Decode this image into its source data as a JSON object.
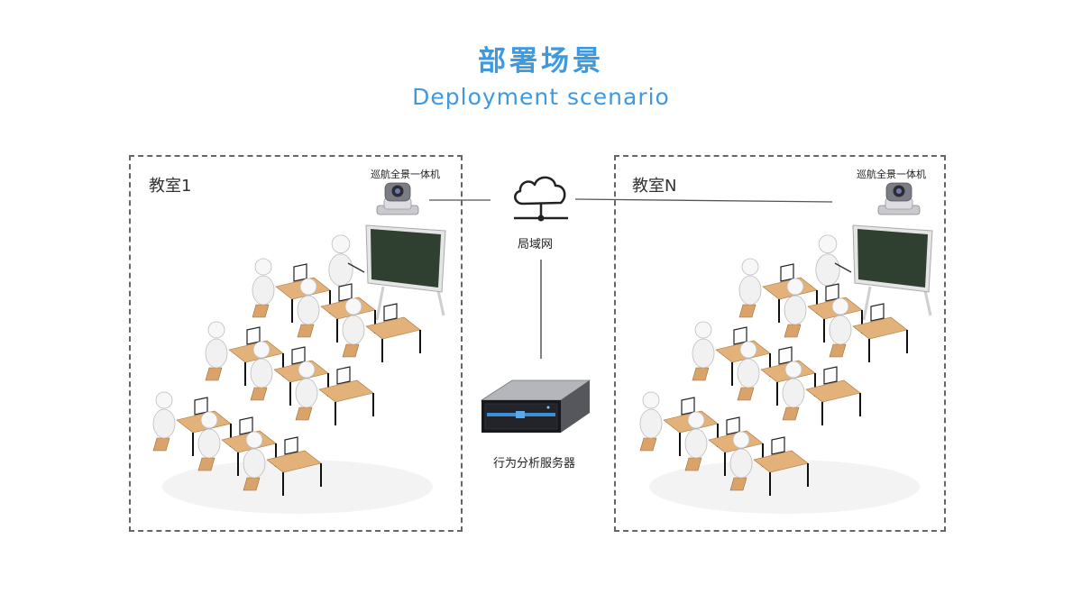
{
  "title_cn": "部署场景",
  "title_en": "Deployment scenario",
  "rooms": [
    {
      "name": "教室1",
      "camera_label": "巡航全景一体机"
    },
    {
      "name": "教室N",
      "camera_label": "巡航全景一体机"
    }
  ],
  "network_label": "局域网",
  "server_label": "行为分析服务器",
  "colors": {
    "title": "#3d9ae0",
    "board": "#2f4030",
    "desk": "#e2b27a"
  }
}
